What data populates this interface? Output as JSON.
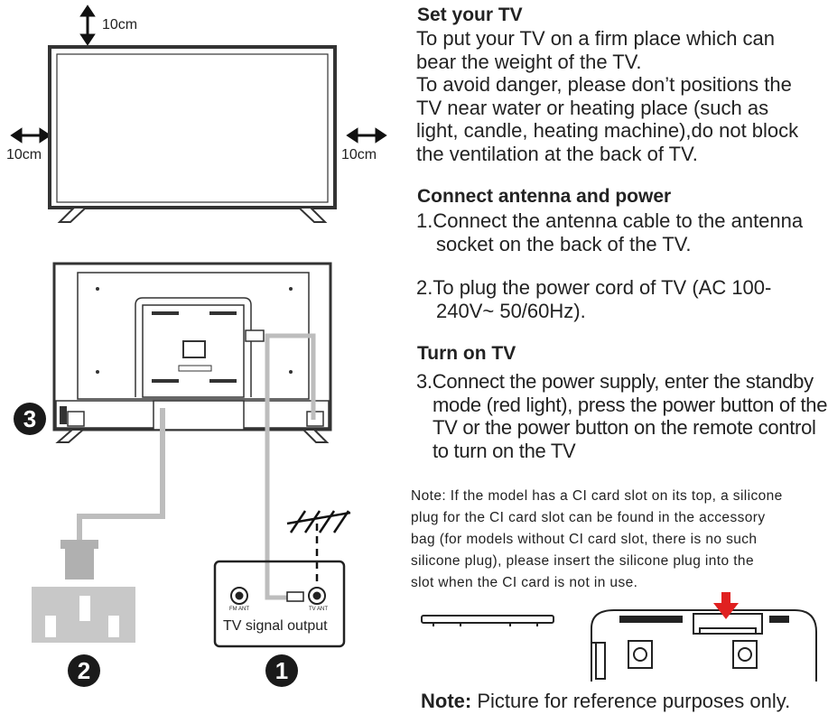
{
  "diagram": {
    "clearance_top": "10cm",
    "clearance_left": "10cm",
    "clearance_right": "10cm",
    "tv_signal_output_label": "TV signal output",
    "fm_ant_label": "FM ANT",
    "tv_ant_label": "TV ANT",
    "badge_1": "1",
    "badge_2": "2",
    "badge_3": "3"
  },
  "sections": {
    "set_tv_title": "Set your TV",
    "set_tv_lines": [
      "To put your TV on a firm place which can",
      "bear the weight of the TV.",
      "To avoid danger, please don’t  positions the",
      "TV near water or heating place (such as",
      "light, candle, heating machine),do not block",
      "the ventilation at the back of TV."
    ],
    "connect_title": "Connect antenna and power",
    "connect_lines": [
      "1.Connect the antenna cable to the antenna",
      "socket on the back of the TV.",
      "2.To plug the power cord of TV (AC 100-",
      "240V~ 50/60Hz)."
    ],
    "turn_on_title": "Turn on TV",
    "turn_on_lines": [
      "3.Connect the power supply, enter the standby",
      "mode (red light), press the power button of the",
      "TV or the power button on the remote control",
      "to turn on the TV"
    ],
    "note_lines": [
      "Note: If the model has a CI card slot on its top, a silicone",
      "plug for the CI card slot can be found in the accessory",
      "bag (for models without CI card slot, there is no such",
      "silicone plug), please insert the silicone plug into the",
      "slot when the CI card is not in use."
    ],
    "footer_note_label": "Note:",
    "footer_note_text": "Picture for reference purposes only."
  }
}
